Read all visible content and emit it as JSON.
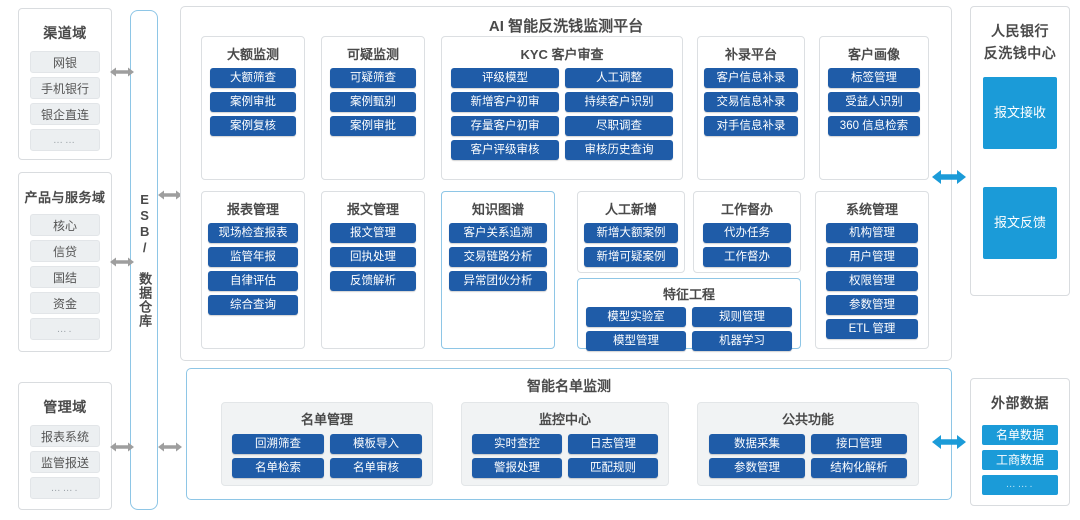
{
  "left_domains": [
    {
      "title": "渠道域",
      "items": [
        "网银",
        "手机银行",
        "银企直连",
        "……"
      ]
    },
    {
      "title": "产品与服务域",
      "items": [
        "核心",
        "信贷",
        "国结",
        "资金",
        "…."
      ]
    },
    {
      "title": "管理域",
      "items": [
        "报表系统",
        "监管报送",
        "……."
      ]
    }
  ],
  "esb": {
    "label": "ESB/ 数据仓库"
  },
  "platform": {
    "title": "AI 智能反洗钱监测平台",
    "row1": [
      {
        "title": "大额监测",
        "items": [
          "大额筛查",
          "案例审批",
          "案例复核"
        ],
        "cols": 1,
        "accent": false
      },
      {
        "title": "可疑监测",
        "items": [
          "可疑筛查",
          "案例甄别",
          "案例审批"
        ],
        "cols": 1,
        "accent": false
      },
      {
        "title": "KYC 客户审查",
        "items": [
          "评级模型",
          "人工调整",
          "新增客户初审",
          "持续客户识别",
          "存量客户初审",
          "尽职调查",
          "客户评级审核",
          "审核历史查询"
        ],
        "cols": 2,
        "accent": false
      },
      {
        "title": "补录平台",
        "items": [
          "客户信息补录",
          "交易信息补录",
          "对手信息补录"
        ],
        "cols": 1,
        "accent": false
      },
      {
        "title": "客户画像",
        "items": [
          "标签管理",
          "受益人识别",
          "360 信息检索"
        ],
        "cols": 1,
        "accent": false
      }
    ],
    "row2": [
      {
        "title": "报表管理",
        "items": [
          "现场检查报表",
          "监管年报",
          "自律评估",
          "综合查询"
        ],
        "cols": 1,
        "accent": false
      },
      {
        "title": "报文管理",
        "items": [
          "报文管理",
          "回执处理",
          "反馈解析"
        ],
        "cols": 1,
        "accent": false
      },
      {
        "title": "知识图谱",
        "items": [
          "客户关系追溯",
          "交易链路分析",
          "异常团伙分析"
        ],
        "cols": 1,
        "accent": true
      },
      {
        "title": "人工新增",
        "items": [
          "新增大额案例",
          "新增可疑案例"
        ],
        "cols": 1,
        "accent": false
      },
      {
        "title": "工作督办",
        "items": [
          "代办任务",
          "工作督办"
        ],
        "cols": 1,
        "accent": false
      },
      {
        "title": "系统管理",
        "items": [
          "机构管理",
          "用户管理",
          "权限管理",
          "参数管理",
          "ETL 管理"
        ],
        "cols": 1,
        "accent": false
      }
    ],
    "feature_engineering": {
      "title": "特征工程",
      "items": [
        "模型实验室",
        "规则管理",
        "模型管理",
        "机器学习"
      ],
      "cols": 2,
      "accent": true
    }
  },
  "list_monitoring": {
    "title": "智能名单监测",
    "groups": [
      {
        "title": "名单管理",
        "items": [
          "回溯筛查",
          "模板导入",
          "名单检索",
          "名单审核"
        ]
      },
      {
        "title": "监控中心",
        "items": [
          "实时查控",
          "日志管理",
          "警报处理",
          "匹配规则"
        ]
      },
      {
        "title": "公共功能",
        "items": [
          "数据采集",
          "接口管理",
          "参数管理",
          "结构化解析"
        ]
      }
    ]
  },
  "right_panels": [
    {
      "title_lines": [
        "人民银行",
        "反洗钱中心"
      ],
      "items": [
        "报文接收",
        "报文反馈"
      ],
      "big": true
    },
    {
      "title_lines": [
        "外部数据"
      ],
      "items": [
        "名单数据",
        "工商数据",
        "……."
      ],
      "big": false
    }
  ],
  "colors": {
    "button_blue": "#1f5ca8",
    "accent_cyan": "#1b9bd8",
    "panel_border": "#d9dcdf",
    "accent_border": "#8ec6e6",
    "grey_item": "#eceff1",
    "arrow_grey": "#9e9e9e"
  },
  "arrows": {
    "grey_bidirectional": "↔",
    "blue_bidirectional": "↔"
  }
}
